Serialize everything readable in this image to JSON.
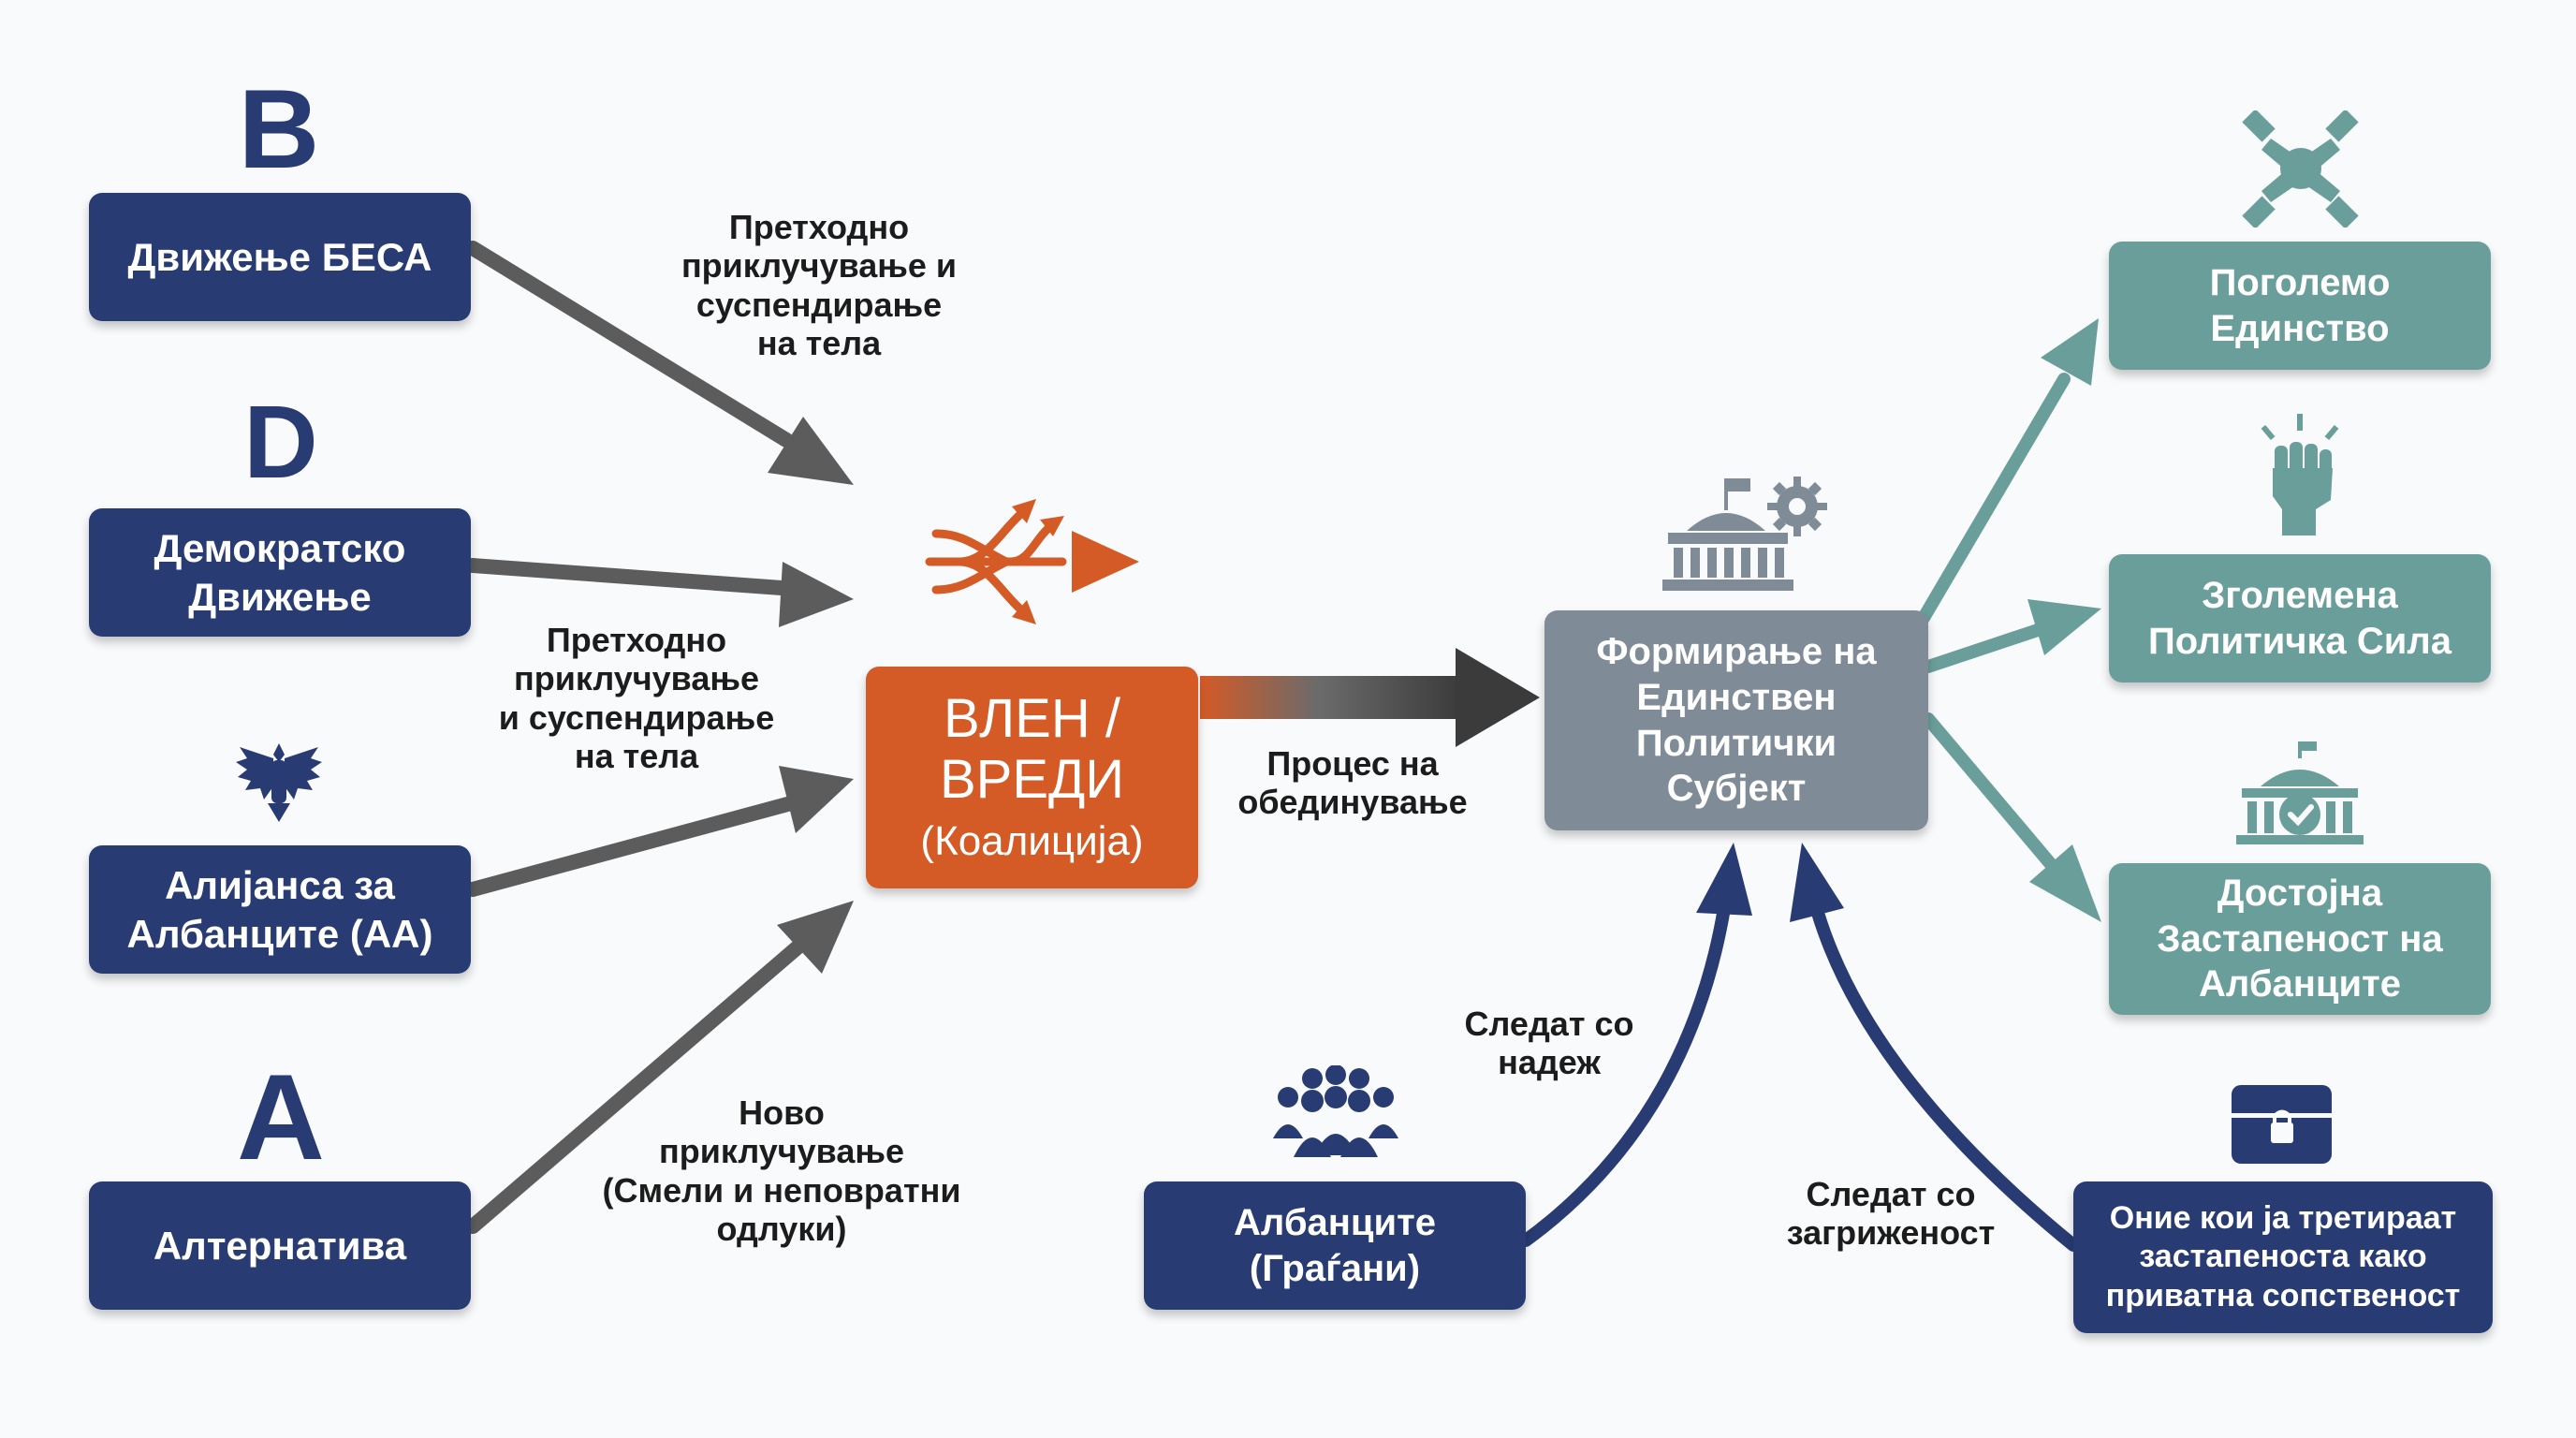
{
  "parties": [
    {
      "name": "Движење БЕСА",
      "logo_letter": "B"
    },
    {
      "name": "Демократско\nДвижење",
      "logo_letter": "D"
    },
    {
      "name": "Алијанса за\nАлбанците (АА)",
      "logo_letter": ""
    },
    {
      "name": "Алтернатива",
      "logo_letter": "A"
    }
  ],
  "edge_labels": {
    "besa": "Претходно\nприклучување и\nсуспендирање\nна тела",
    "dd": "Претходно\nприклучување\nи суспендирање\nна тела",
    "alternativa": "Ново\nприклучување\n(Смели и неповратни\nодлуки)",
    "process": "Процес на\nобединување",
    "hope": "Следат со\nнадеж",
    "concern": "Следат со\nзагриженост"
  },
  "center": {
    "title": "ВЛЕН /\nВРЕДИ",
    "subtitle": "(Коалиција)"
  },
  "entity": "Формирање на\nЕдинствен\nПолитички\nСубјект",
  "citizens": "Албанците\n(Граѓани)",
  "owners": "Оние кои ја третираат\nзастапеноста како\nприватна сопственост",
  "outcomes": [
    {
      "label": "Поголемо\nЕдинство",
      "icon": "handshake-icon"
    },
    {
      "label": "Зголемена\nПолитичка Сила",
      "icon": "raised-fist-icon"
    },
    {
      "label": "Достојна\nЗастапеност на\nАлбанците",
      "icon": "parliament-check-icon"
    }
  ],
  "colors": {
    "navy": "#283b73",
    "teal": "#6a9e9a",
    "grey": "#7f8b96",
    "orange": "#d45a26",
    "arrow": "#555555"
  }
}
